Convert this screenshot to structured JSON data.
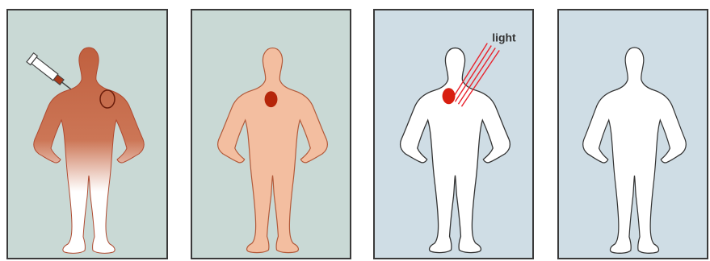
{
  "panels": [
    {
      "id": "panel-1",
      "step": "injection",
      "figure_fill": "gradient-red-to-white",
      "background": "#c9d9d5"
    },
    {
      "id": "panel-2",
      "step": "distribution",
      "figure_fill": "#f3bea0",
      "tumor_color": "#b5260a",
      "background": "#c9d9d5"
    },
    {
      "id": "panel-3",
      "step": "light-treatment",
      "figure_fill": "#ffffff",
      "tumor_color": "#d81e10",
      "beam_color": "#e8232d",
      "background": "#cfdde5"
    },
    {
      "id": "panel-4",
      "step": "cleared",
      "figure_fill": "#ffffff",
      "background": "#cfdde5"
    }
  ],
  "labels": {
    "light": "light"
  },
  "icons": [
    "syringe-icon",
    "light-beam-icon"
  ]
}
